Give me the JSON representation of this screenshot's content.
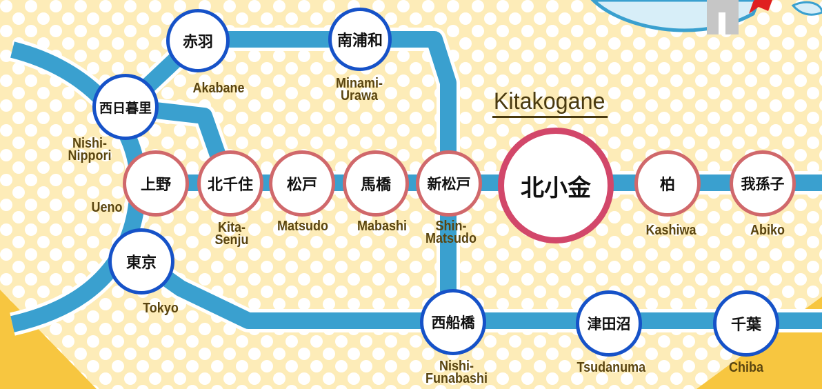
{
  "title": "Kitakogane",
  "colors": {
    "background": "#fdecb8",
    "dots": "#ffffff",
    "line": "#3aa0cf",
    "blue_ring": "#1652c8",
    "red_ring": "#d0686b",
    "highlight_ring": "#d2476a",
    "corner": "#f7c640"
  },
  "stations": [
    {
      "id": "akabane",
      "kanji": "赤羽",
      "romaji": "Akabane"
    },
    {
      "id": "minami-urawa",
      "kanji": "南浦和",
      "romaji": "Minami-\nUrawa"
    },
    {
      "id": "nishi-nippori",
      "kanji": "西日暮里",
      "romaji": "Nishi-\nNippori"
    },
    {
      "id": "ueno",
      "kanji": "上野",
      "romaji": "Ueno"
    },
    {
      "id": "kita-senju",
      "kanji": "北千住",
      "romaji": "Kita-\nSenju"
    },
    {
      "id": "matsudo",
      "kanji": "松戸",
      "romaji": "Matsudo"
    },
    {
      "id": "mabashi",
      "kanji": "馬橋",
      "romaji": "Mabashi"
    },
    {
      "id": "shin-matsudo",
      "kanji": "新松戸",
      "romaji": "Shin-\nMatsudo"
    },
    {
      "id": "kitakogane",
      "kanji": "北小金",
      "romaji": ""
    },
    {
      "id": "kashiwa",
      "kanji": "柏",
      "romaji": "Kashiwa"
    },
    {
      "id": "abiko",
      "kanji": "我孫子",
      "romaji": "Abiko"
    },
    {
      "id": "tokyo",
      "kanji": "東京",
      "romaji": "Tokyo"
    },
    {
      "id": "nishi-funabashi",
      "kanji": "西船橋",
      "romaji": "Nishi-\nFunabashi"
    },
    {
      "id": "tsudanuma",
      "kanji": "津田沼",
      "romaji": "Tsudanuma"
    },
    {
      "id": "chiba",
      "kanji": "千葉",
      "romaji": "Chiba"
    }
  ],
  "decorations": {
    "star": "star-icon",
    "building": "building-icon"
  }
}
